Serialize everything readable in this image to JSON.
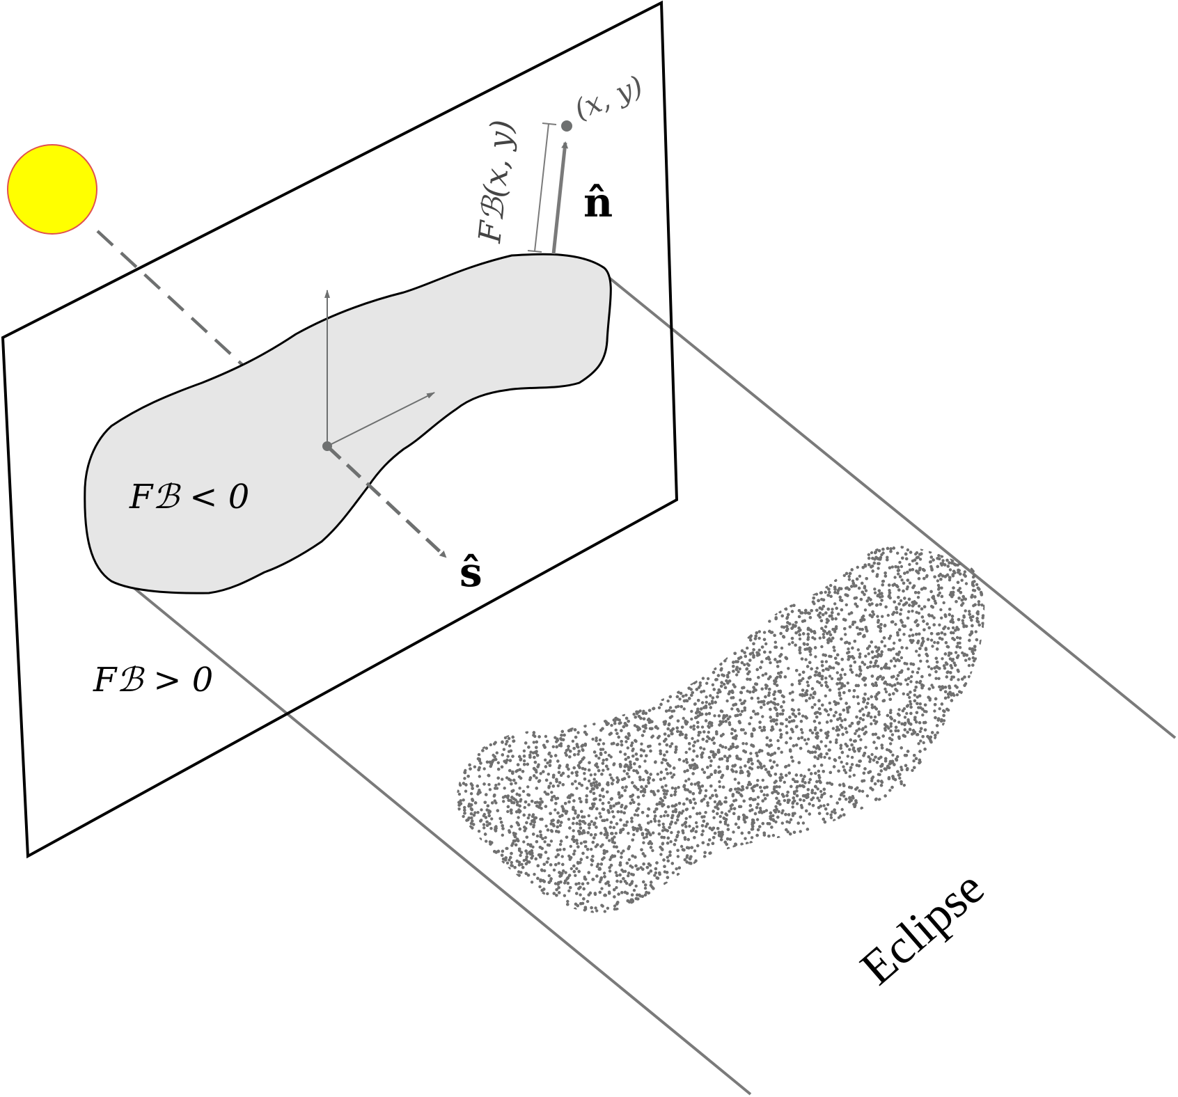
{
  "labels": {
    "region_inside": "Fℬ < 0",
    "region_outside": "Fℬ > 0",
    "distance_label": "Fℬ(x, y)",
    "point_label": "(x, y)",
    "normal_vector": "n̂",
    "sun_vector": "ŝ",
    "eclipse": "Eclipse"
  },
  "colors": {
    "sun_fill": "#ffff00",
    "sun_stroke": "#e05050",
    "plane_stroke": "#000000",
    "body_fill": "#e6e6e6",
    "arrow_gray": "#6e7070",
    "rail_gray": "#7a7a7a",
    "shadow_dots": "#707070"
  },
  "shadow": {
    "dot_count": 9000
  }
}
